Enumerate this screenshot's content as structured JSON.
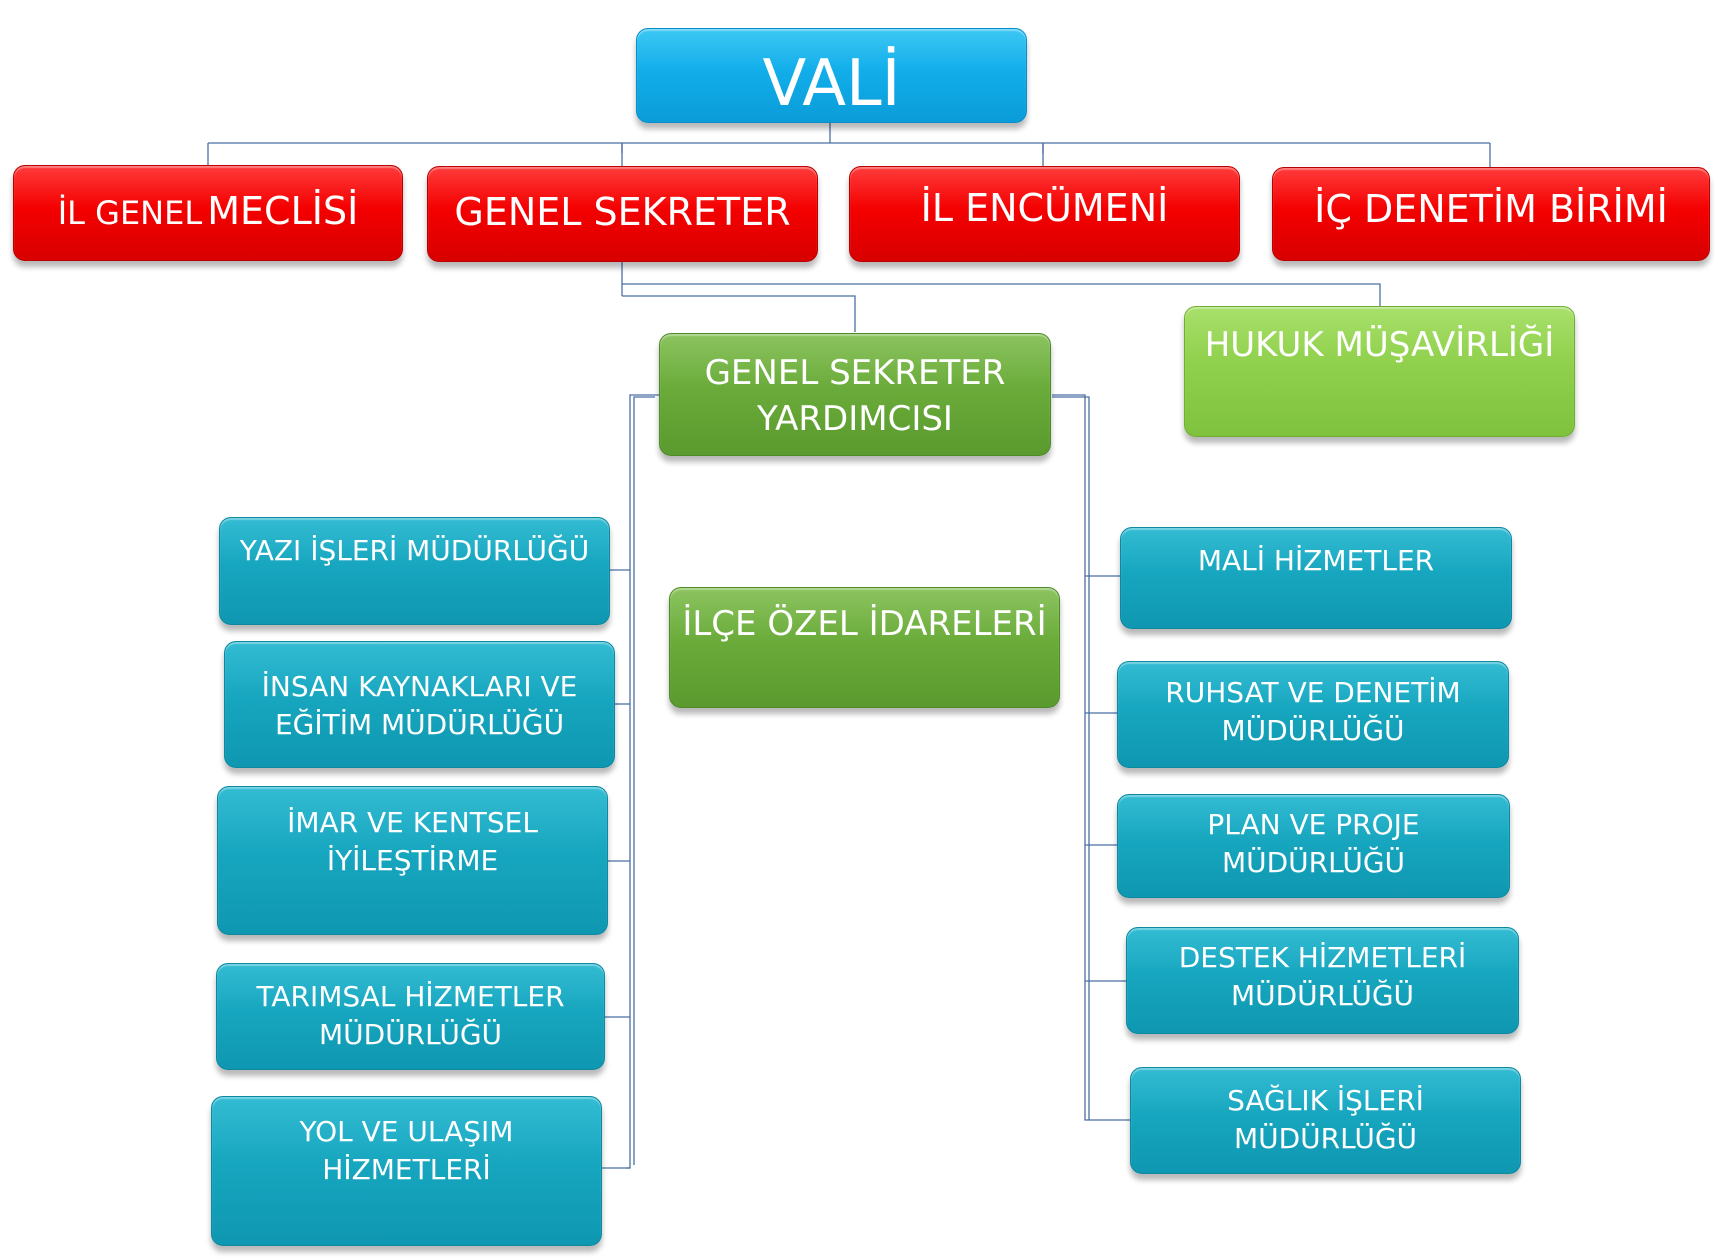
{
  "vali": "VALİ",
  "top_units": {
    "il_genel_meclisi_a": "İL GENEL",
    "il_genel_meclisi_b": "MECLİSİ",
    "genel_sekreter": "GENEL SEKRETER",
    "il_encumeni": "İL ENCÜMENİ",
    "ic_denetim": "İÇ DENETİM BİRİMİ"
  },
  "genel_sekreter_yardimcisi": "GENEL SEKRETER\nYARDIMCISI",
  "hukuk_musavirligi": "HUKUK MÜŞAVİRLİĞİ",
  "ilce_ozel_idareleri": "İLÇE ÖZEL İDARELERİ",
  "left_units": [
    "YAZI İŞLERİ MÜDÜRLÜĞÜ",
    "İNSAN KAYNAKLARI VE\nEĞİTİM MÜDÜRLÜĞÜ",
    "İMAR VE KENTSEL\nİYİLEŞTİRME",
    "TARIMSAL HİZMETLER\nMÜDÜRLÜĞÜ",
    "YOL VE ULAŞIM\nHİZMETLERİ"
  ],
  "right_units": [
    "MALİ HİZMETLER",
    "RUHSAT VE DENETİM\nMÜDÜRLÜĞÜ",
    "PLAN VE PROJE\nMÜDÜRLÜĞÜ",
    "DESTEK HİZMETLERİ\nMÜDÜRLÜĞÜ",
    "SAĞLIK İŞLERİ\nMÜDÜRLÜĞÜ"
  ],
  "colors": {
    "top": "#12aeea",
    "red": "#f40000",
    "green_dark": "#6aab3a",
    "green_light": "#8fd04c",
    "teal": "#17a6bf",
    "connector": "#4a6fa5"
  }
}
